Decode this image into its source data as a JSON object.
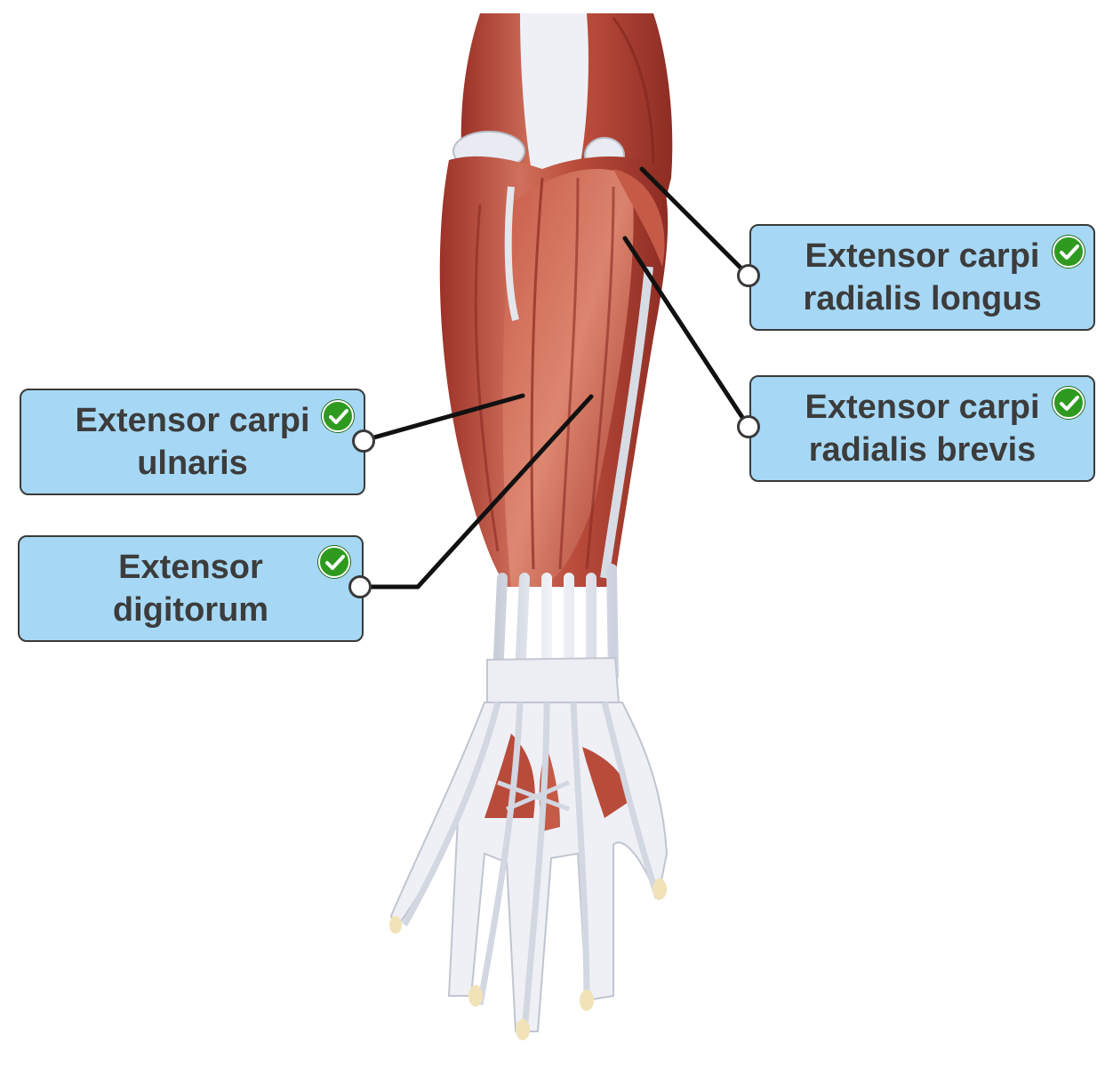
{
  "diagram": {
    "labels": {
      "ecr_longus": {
        "line1": "Extensor carpi",
        "line2": "radialis longus",
        "status": "correct",
        "status_icon": "check-icon"
      },
      "ecr_brevis": {
        "line1": "Extensor carpi",
        "line2": "radialis brevis",
        "status": "correct",
        "status_icon": "check-icon"
      },
      "ec_ulnaris": {
        "line1": "Extensor carpi",
        "line2": "ulnaris",
        "status": "correct",
        "status_icon": "check-icon"
      },
      "e_digitorum": {
        "line1": "Extensor",
        "line2": "digitorum",
        "status": "correct",
        "status_icon": "check-icon"
      }
    },
    "colors": {
      "label_fill": "#a6d8f5",
      "label_border": "#3a3a3a",
      "check_green": "#2e9a1f",
      "muscle": "#b84a3c",
      "tendon": "#e6e9f0"
    }
  }
}
